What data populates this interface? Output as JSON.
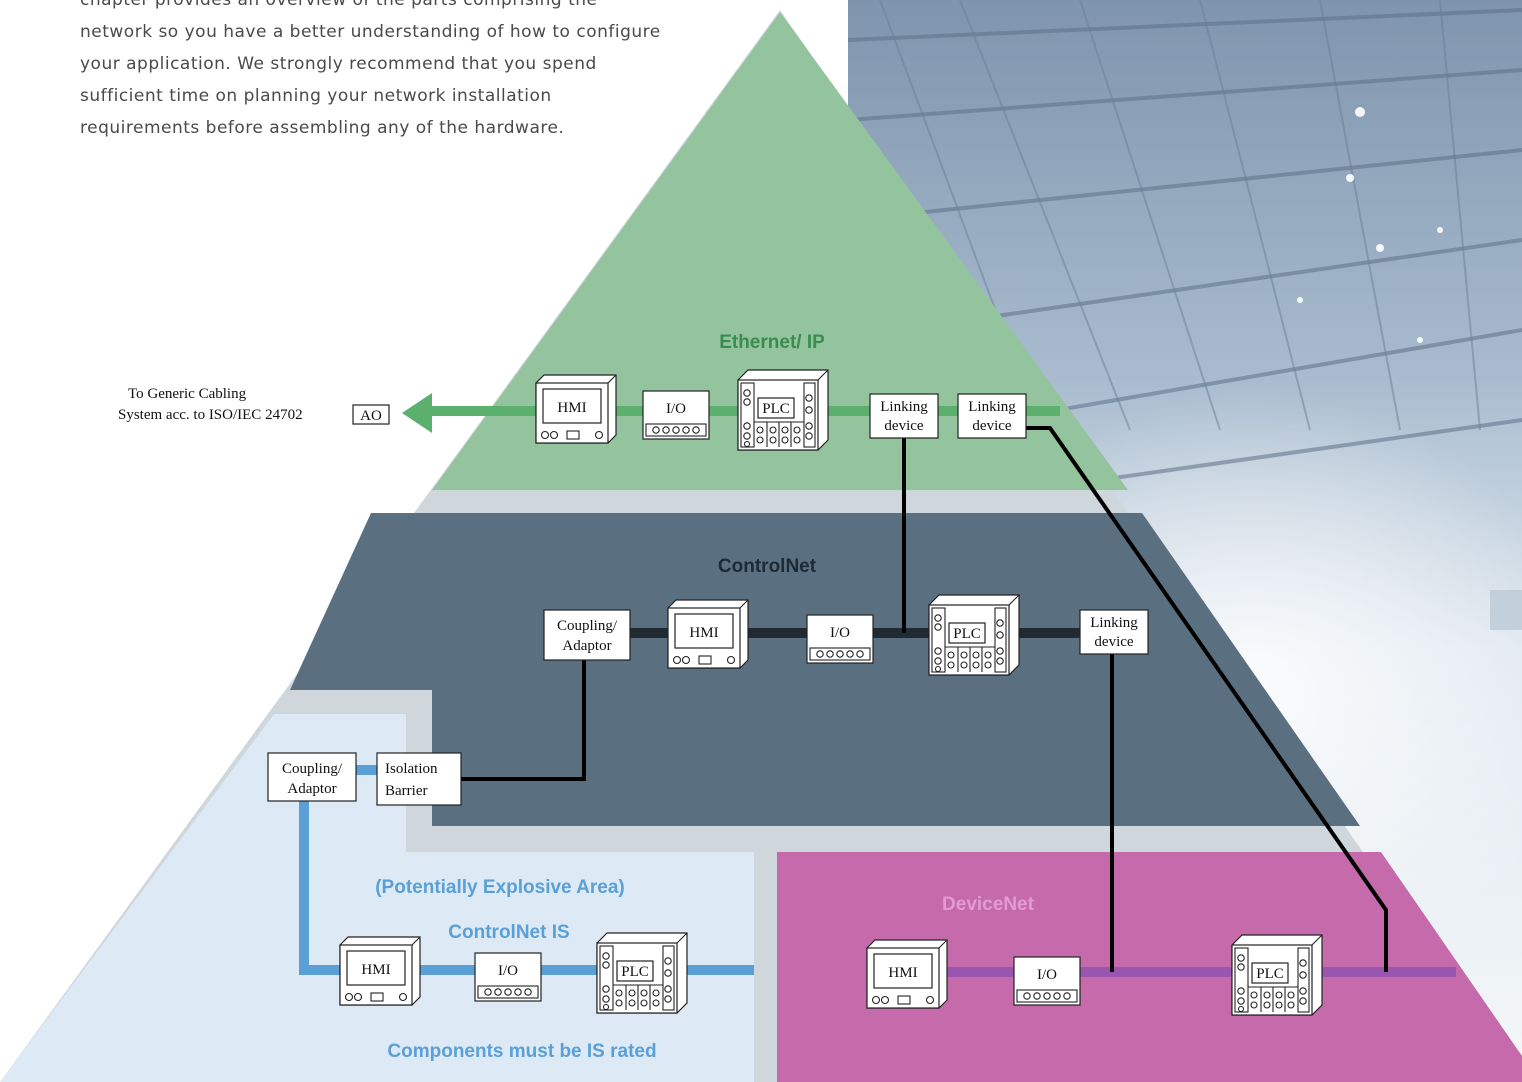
{
  "intro_lines": [
    "chapter provides an overview of the parts comprising the",
    "network so you have a better understanding of how to configure",
    "your application. We strongly recommend that you spend",
    "sufficient time on planning your network installation",
    "requirements before assembling any of the hardware."
  ],
  "colors": {
    "ethernet": "#93c49e",
    "ethernet_line": "#5bb06e",
    "controlnet": "#5a7080",
    "controlnet_line": "#1f2a33",
    "controlnet_is_area": "#dde9f4",
    "controlnet_is_line": "#5aa0d6",
    "devicenet": "#c56aab",
    "devicenet_line": "#9a55b0",
    "separator": "#d0d7dc",
    "title_dark": "#1c2a35",
    "title_blue": "#5aa0d6",
    "title_pink": "#e39bd0",
    "title_green": "#3a8c50"
  },
  "external": {
    "line1": "To Generic Cabling",
    "line2": "System acc. to ISO/IEC 24702",
    "ao_label": "AO"
  },
  "ethernet": {
    "title": "Ethernet/ IP",
    "hmi": "HMI",
    "io": "I/O",
    "plc": "PLC",
    "link1_line1": "Linking",
    "link1_line2": "device",
    "link2_line1": "Linking",
    "link2_line2": "device"
  },
  "controlnet": {
    "title": "ControlNet",
    "coupling_line1": "Coupling/",
    "coupling_line2": "Adaptor",
    "hmi": "HMI",
    "io": "I/O",
    "plc": "PLC",
    "link_line1": "Linking",
    "link_line2": "device"
  },
  "controlnet_is": {
    "area_label": "(Potentially Explosive Area)",
    "title": "ControlNet IS",
    "footer": "Components must be IS rated",
    "coupling_line1": "Coupling/",
    "coupling_line2": "Adaptor",
    "isolation_line1": "Isolation",
    "isolation_line2": "Barrier",
    "hmi": "HMI",
    "io": "I/O",
    "plc": "PLC"
  },
  "devicenet": {
    "title": "DeviceNet",
    "hmi": "HMI",
    "io": "I/O",
    "plc": "PLC"
  }
}
